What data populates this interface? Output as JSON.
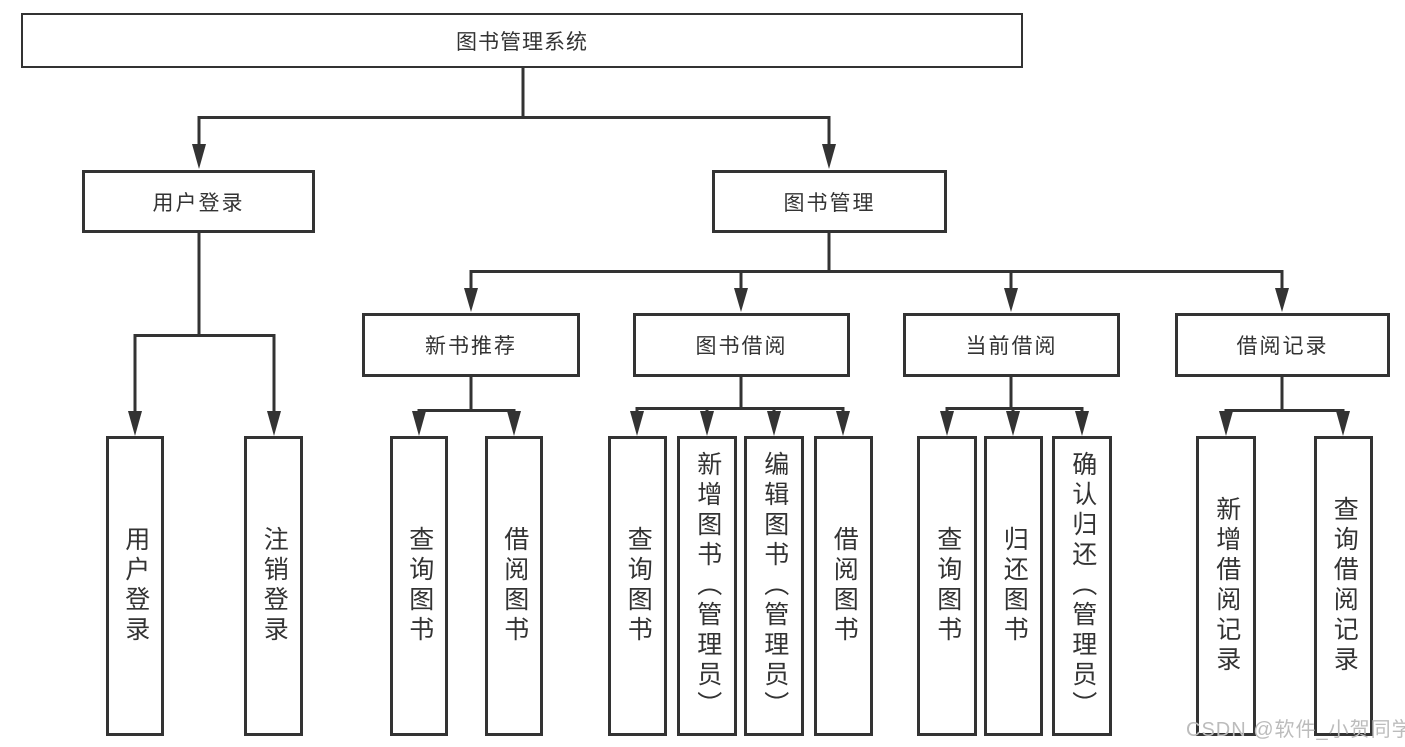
{
  "diagram": {
    "root": "图书管理系统",
    "branches": [
      {
        "label": "用户登录",
        "children": [
          "用户登录",
          "注销登录"
        ]
      },
      {
        "label": "图书管理",
        "sections": [
          {
            "label": "新书推荐",
            "children": [
              "查询图书",
              "借阅图书"
            ]
          },
          {
            "label": "图书借阅",
            "children": [
              "查询图书",
              "新增图书（管理员）",
              "编辑图书（管理员）",
              "借阅图书"
            ]
          },
          {
            "label": "当前借阅",
            "children": [
              "查询图书",
              "归还图书",
              "确认归还（管理员）"
            ]
          },
          {
            "label": "借阅记录",
            "children": [
              "新增借阅记录",
              "查询借阅记录"
            ]
          }
        ]
      }
    ]
  },
  "watermark": "CSDN @软件_小贺同学",
  "colors": {
    "line": "#333333",
    "text": "#333333",
    "watermark": "#bcbcbc",
    "background": "#ffffff"
  }
}
